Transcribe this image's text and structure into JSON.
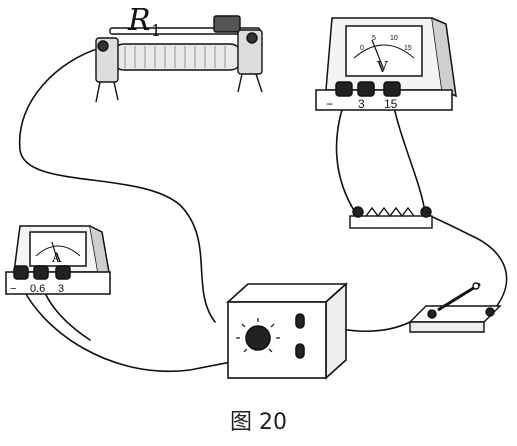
{
  "figure": {
    "caption": "图 20",
    "resistor_label": "R",
    "resistor_subscript": "1",
    "voltmeter": {
      "symbol": "V",
      "terminals": [
        "−",
        "3",
        "15"
      ],
      "scale_ticks": [
        "0",
        "5",
        "10",
        "15"
      ]
    },
    "ammeter": {
      "symbol": "A",
      "terminals": [
        "−",
        "0.6",
        "3"
      ]
    }
  }
}
